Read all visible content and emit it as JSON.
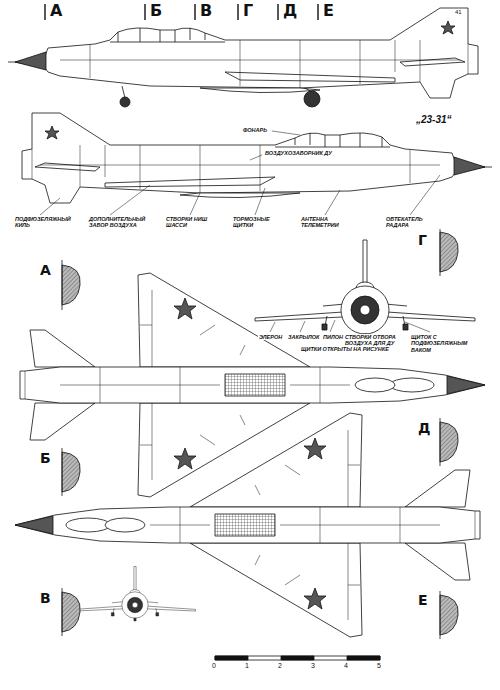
{
  "diagram": {
    "labels": [
      "А",
      "Б",
      "В",
      "Г",
      "Д",
      "Е",
      "41",
      "„23-31“",
      "ФОНАРЬ",
      "ВОЗДУХОЗАБОРНИК ДУ",
      "ПОДФЮЗЕЛЯЖНЫЙ КИЛЬ",
      "ДОПОЛНИТЕЛЬНЫЙ ЗАБОР ВОЗДУХА",
      "СТВОРКИ НИШ ШАССИ",
      "ТОРМОЗНЫЕ ЩИТКИ",
      "АНТЕННА ТЕЛЕМЕТРИИ",
      "ОБТЕКАТЕЛЬ РАДАРА",
      "ЭЛЕРОН",
      "ЗАКРЫЛОК",
      "ПИЛОН",
      "СТВОРКИ ОТБОРА ВОЗДУХА ДЛЯ ДУ",
      "ЩИТКИ ОТКРЫТЫ НА РИСУНКЕ",
      "ЩИТОК С ПОДФЮЗЕЛЯЖНЫМ БАКОМ",
      "А",
      "Г",
      "Б",
      "Д",
      "В",
      "Е",
      "0",
      "1",
      "2",
      "3",
      "4",
      "5"
    ]
  }
}
